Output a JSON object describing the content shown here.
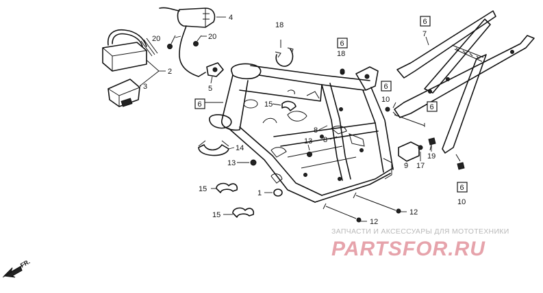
{
  "diagram": {
    "callouts": {
      "c1": "1",
      "c2": "2",
      "c3": "3",
      "c4": "4",
      "c5": "5",
      "c6a": "6",
      "c6b": "6",
      "c6c": "6",
      "c6d": "6",
      "c6e": "6",
      "c6f": "6",
      "c7": "7",
      "c8a": "8",
      "c8b": "8",
      "c9": "9",
      "c10a": "10",
      "c10b": "10",
      "c12a": "12",
      "c12b": "12",
      "c13a": "13",
      "c13b": "13",
      "c14": "14",
      "c15a": "15",
      "c15b": "15",
      "c15c": "15",
      "c17": "17",
      "c18a": "18",
      "c18b": "18",
      "c19": "19",
      "c20a": "20",
      "c20b": "20"
    },
    "direction_label": "FR.",
    "watermark": {
      "tagline": "ЗАПЧАСТИ И АКСЕССУАРЫ ДЛЯ МОТОТЕХНИКИ",
      "brand": "PARTSFOR.RU"
    }
  }
}
